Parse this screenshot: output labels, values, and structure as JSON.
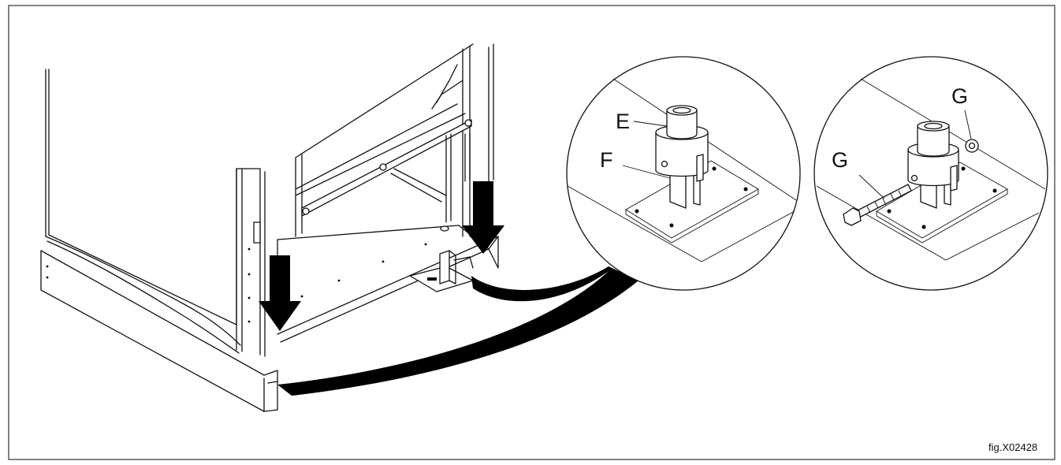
{
  "callouts": {
    "e": "E",
    "f": "F",
    "g_top": "G",
    "g_left": "G"
  },
  "figure_reference": "fig.X02428"
}
